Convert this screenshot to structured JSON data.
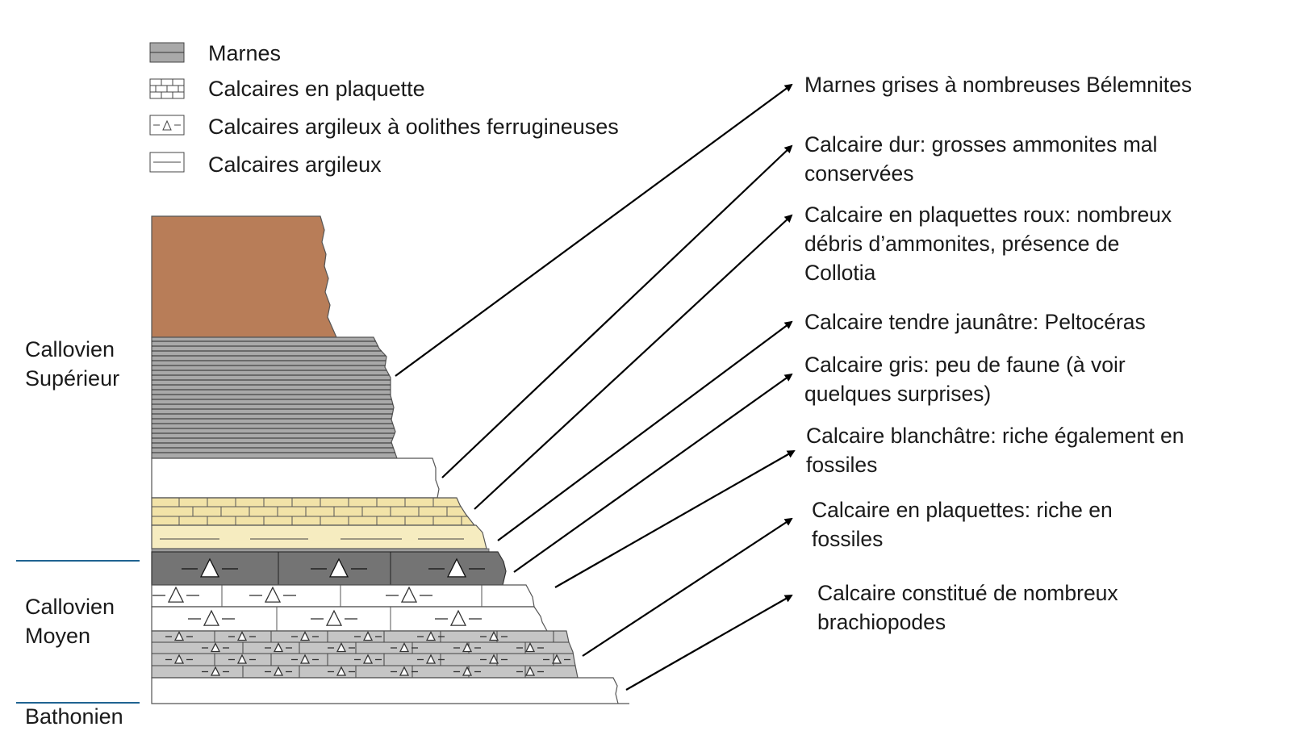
{
  "legend": [
    {
      "pattern": "marnes",
      "label": "Marnes"
    },
    {
      "pattern": "calcaire-plaquette",
      "label": "Calcaires en plaquette"
    },
    {
      "pattern": "oolithes",
      "label": "Calcaires argileux à oolithes ferrugineuses"
    },
    {
      "pattern": "argileux",
      "label": "Calcaires argileux"
    }
  ],
  "stages": {
    "superieur": {
      "line1": "Callovien",
      "line2": "Supérieur"
    },
    "moyen": {
      "line1": "Callovien",
      "line2": "Moyen"
    },
    "bathonien": {
      "line1": "Bathonien"
    }
  },
  "descriptions": [
    {
      "line1": "Marnes grises à nombreuses Bélemnites"
    },
    {
      "line1": "Calcaire dur: grosses ammonites mal",
      "line2": "conservées"
    },
    {
      "line1": "Calcaire en plaquettes roux: nombreux",
      "line2": "débris d’ammonites, présence de",
      "line3": "Collotia"
    },
    {
      "line1": "Calcaire tendre jaunâtre: Peltocéras"
    },
    {
      "line1": "Calcaire gris: peu de faune (à voir",
      "line2": "quelques surprises)"
    },
    {
      "line1": "Calcaire blanchâtre: riche également en",
      "line2": "fossiles"
    },
    {
      "line1": "Calcaire en plaquettes: riche en",
      "line2": "fossiles"
    },
    {
      "line1": "Calcaire constitué de nombreux",
      "line2": "brachiopodes"
    }
  ],
  "colors": {
    "top_layer": "#b87d58",
    "marnes": "#a9a9a9",
    "plaquette_yellow": "#f2e3a8",
    "dark_gray": "#747474",
    "light_gray": "#c5c5c5",
    "boundary_line": "#1f6391"
  }
}
